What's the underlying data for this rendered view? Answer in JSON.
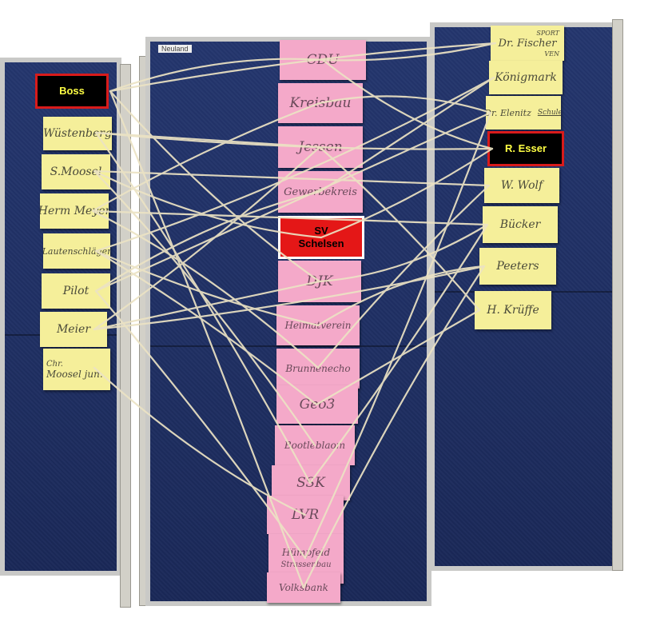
{
  "left_labels": [
    "Boss"
  ],
  "left_notes": [
    "Wüstenberg",
    "S.Moosel",
    "Herm Meyer",
    "Lautenschläger",
    "Pilot",
    "Meier",
    "Moosel jun."
  ],
  "left_top_note": "Chr.",
  "center_notes": [
    "CDU",
    "Kreisbau",
    "Jessen",
    "Gewerbekreis",
    "DJK",
    "Heimatverein",
    "Brunnenecho",
    "Geo3",
    "Bootleblaom",
    "SSK",
    "LVR",
    "Hümpfeld",
    "Strassenbau",
    "Volksbank"
  ],
  "center_label": "SV Schelsen",
  "right_notes": [
    "Dr. Fischer",
    "Königmark",
    "Dr. Elenitz",
    "R. Esser",
    "W. Wolf",
    "Bücker",
    "Peeters",
    "H. Krüffe"
  ],
  "right_note_extras": {
    "fischer_top": "SPORT",
    "fischer_side": "VEN",
    "elenitz_side": "Schule"
  },
  "board_label": "Neuland",
  "colors": {
    "board": "#23356c",
    "yellow_note": "#f5ef9a",
    "pink_note": "#f4a9c9",
    "string": "#ece3c4",
    "highlight_red": "#e41717"
  }
}
